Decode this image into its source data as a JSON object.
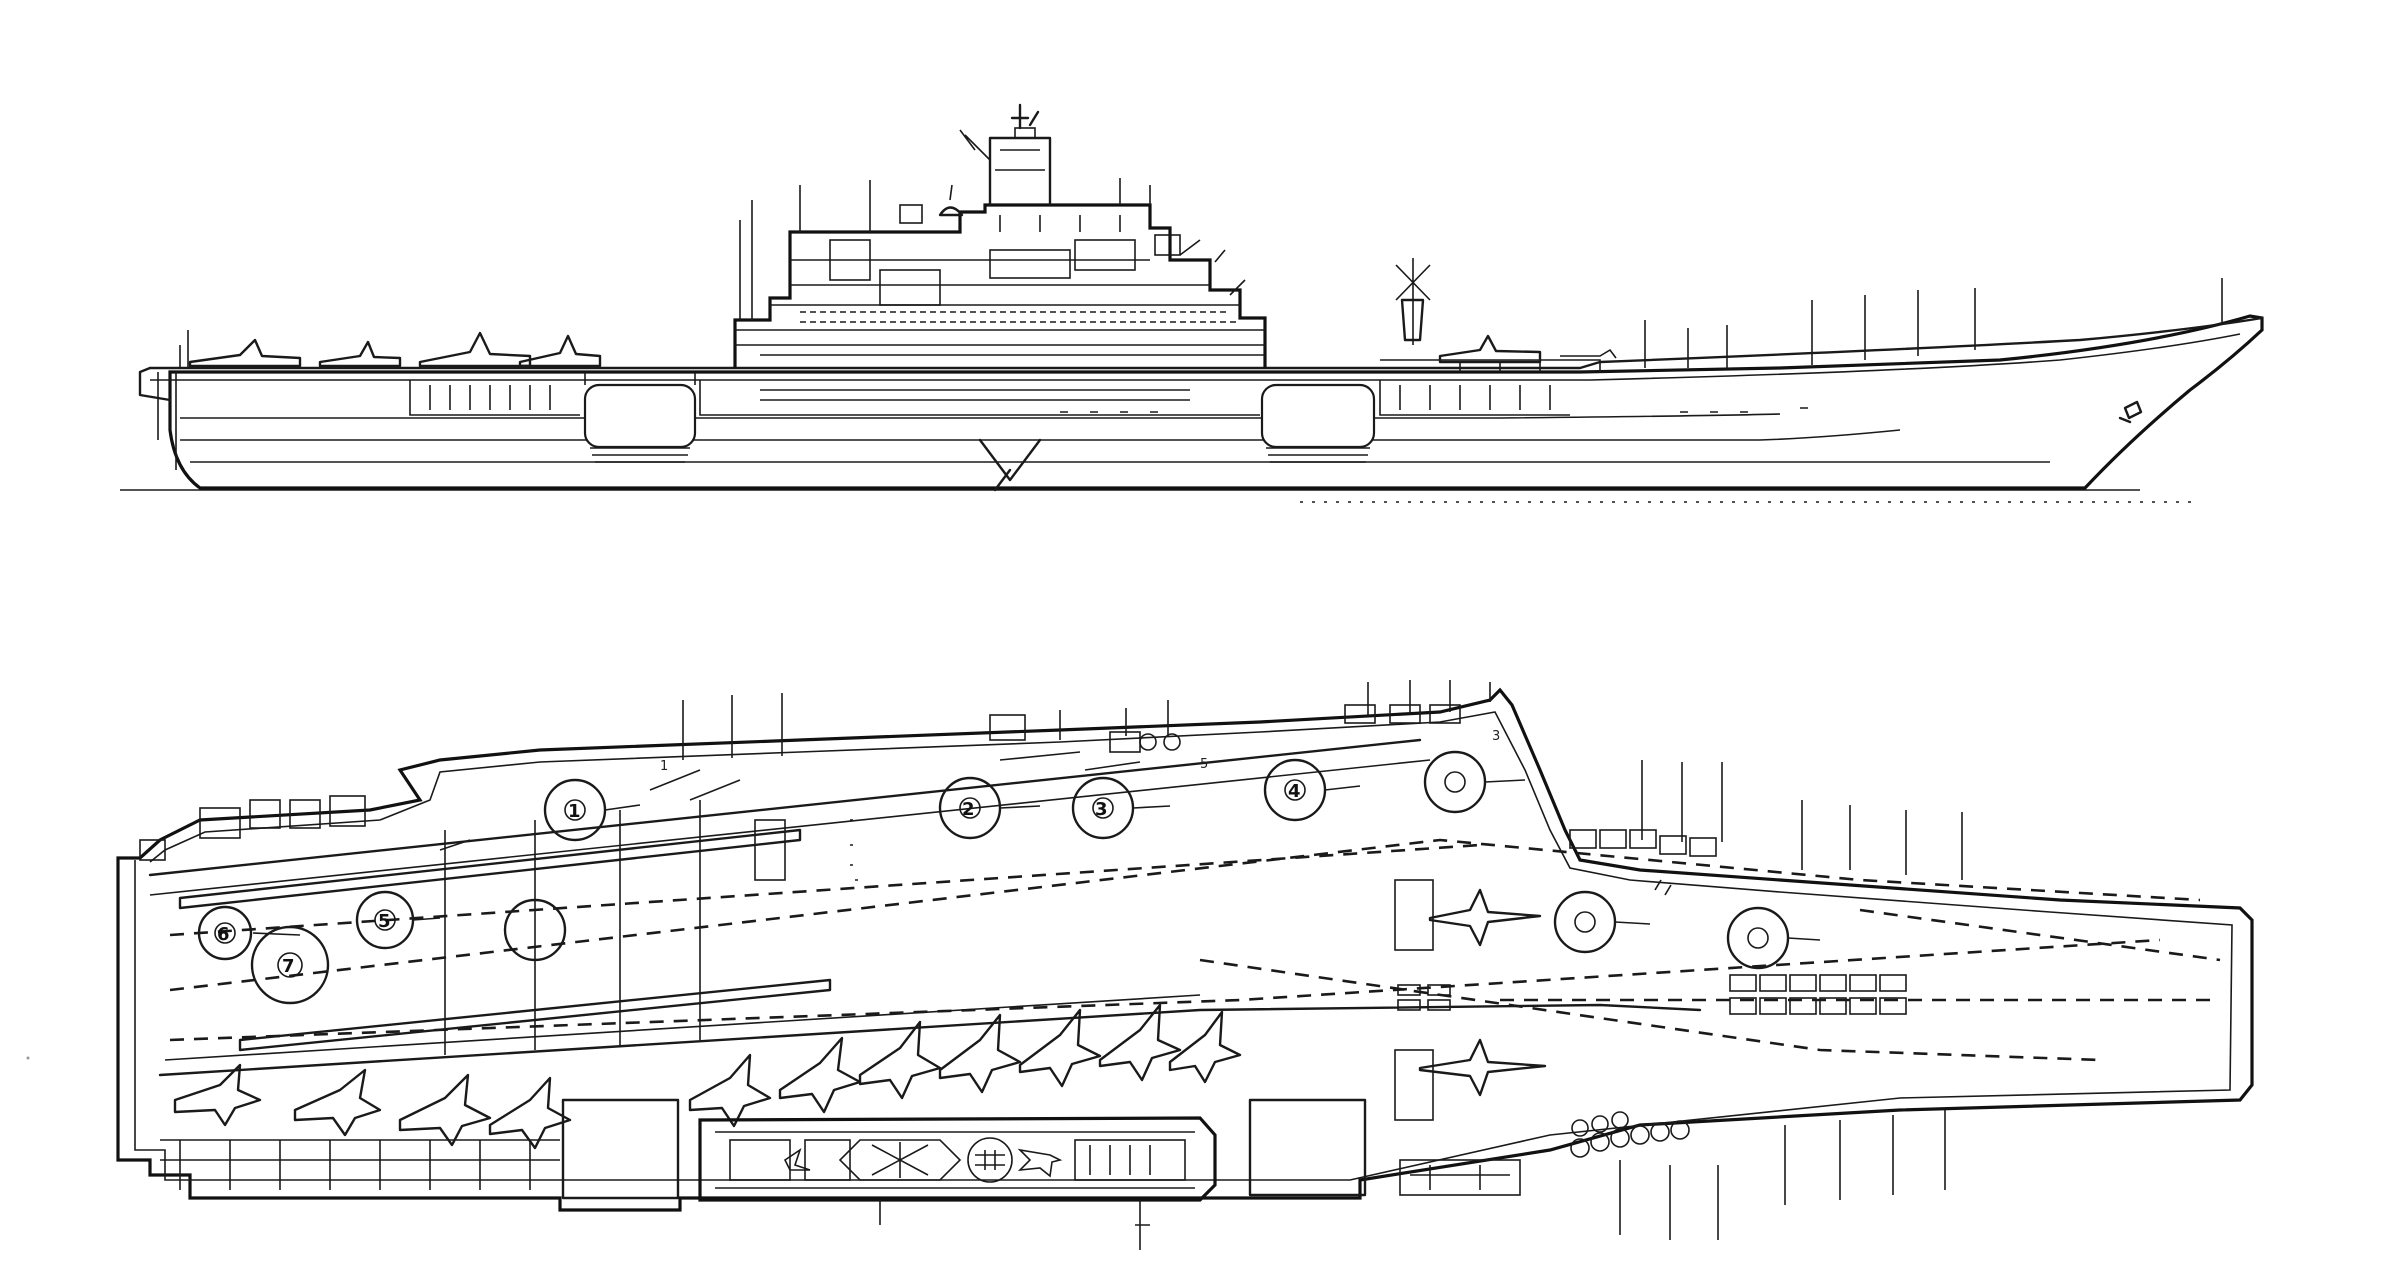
{
  "drawing": {
    "plan_spot_labels": [
      "1",
      "2",
      "3",
      "4",
      "5",
      "6",
      "7"
    ],
    "deck_marks": [
      "3",
      "5",
      "1"
    ]
  }
}
